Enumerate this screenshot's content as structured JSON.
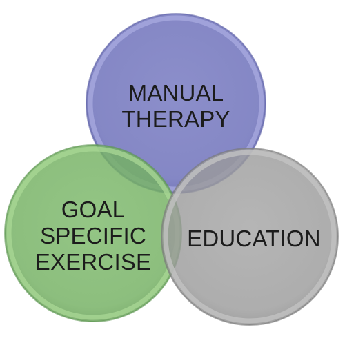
{
  "diagram": {
    "circles": [
      {
        "id": "manual",
        "lines": [
          "MANUAL",
          "THERAPY"
        ],
        "fill": "#7c7fc2",
        "rim": "#a7a9df",
        "edge": "#5f62a6"
      },
      {
        "id": "goal",
        "lines": [
          "GOAL",
          "SPECIFIC",
          "EXERCISE"
        ],
        "fill": "#76b364",
        "rim": "#a8d694",
        "edge": "#5b9450"
      },
      {
        "id": "education",
        "lines": [
          "EDUCATION"
        ],
        "fill": "#9b9b9b",
        "rim": "#c2c2c2",
        "edge": "#7b7b7b"
      }
    ]
  }
}
